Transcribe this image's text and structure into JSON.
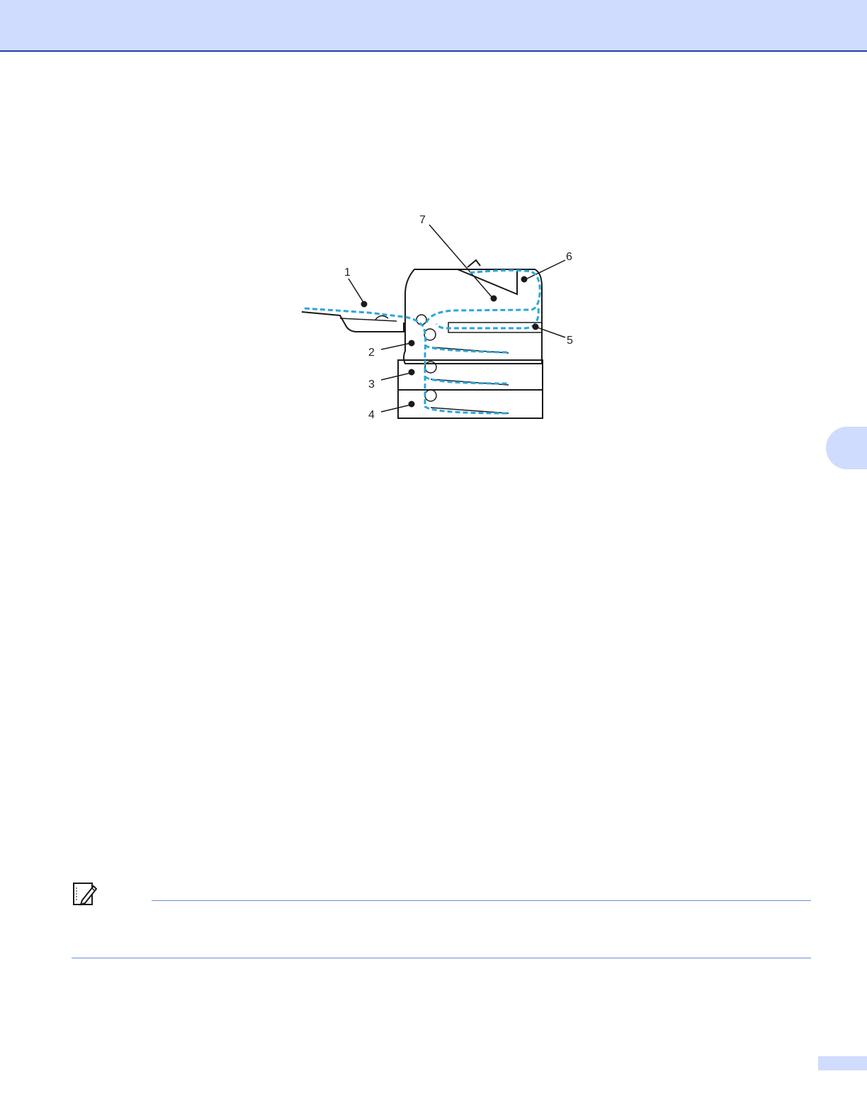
{
  "colors": {
    "header": "#cfdcfd",
    "rule": "#6c8fd6",
    "paper_path": "#29a8d8",
    "line_art": "#1a1a1a"
  },
  "figure": {
    "callouts": [
      "1",
      "2",
      "3",
      "4",
      "5",
      "6",
      "7"
    ]
  },
  "note": {
    "icon": "note-pencil-icon"
  }
}
